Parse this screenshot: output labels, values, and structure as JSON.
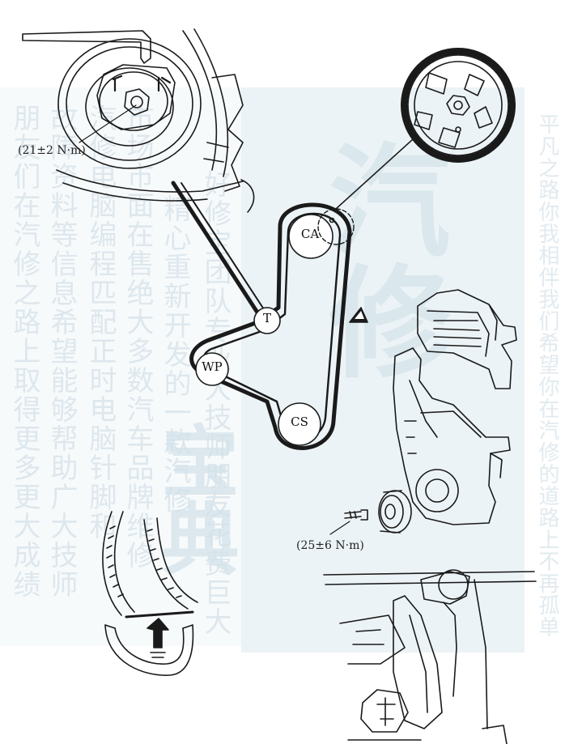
{
  "watermark": {
    "col1": "朋友们在汽修之路上取得更多更大成绩",
    "col2": "故障资料等信息希望能够帮助广大技师",
    "col3": "汽修电脑编程匹配正时电脑针脚和",
    "col4": "市场市面在售绝大多数汽车品牌维修",
    "col5": "精心重新开发的一款汽修",
    "col6": "好修宝团队专业大技师朋友花费巨大",
    "right": "平凡之路你我相伴我们希望你在汽修的道路上不再孤单",
    "big_char": "汽修",
    "mid_char": "宝典"
  },
  "labels": {
    "tensioner_torque": "(21±2 N·m)",
    "bolt_torque": "(25±6 N·m)"
  },
  "sprockets": {
    "cam": "CA",
    "tensioner": "T",
    "water_pump": "WP",
    "crank": "CS"
  },
  "colors": {
    "line": "#1a1a1a",
    "watermark": "#c9d9e2"
  }
}
